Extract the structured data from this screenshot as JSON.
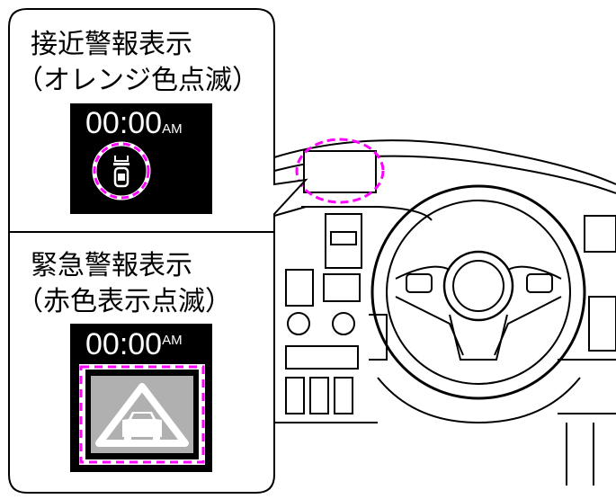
{
  "approach_warning": {
    "title": "接近警報表示",
    "subtitle": "（オレンジ色点滅）",
    "time": "00:00",
    "ampm": "AM"
  },
  "emergency_warning": {
    "title": "緊急警報表示",
    "subtitle": "（赤色表示点滅）",
    "time": "00:00",
    "ampm": "AM"
  },
  "colors": {
    "highlight": "#ff00ff",
    "display_bg": "#000000",
    "warning_fill": "#b0b0b0"
  }
}
